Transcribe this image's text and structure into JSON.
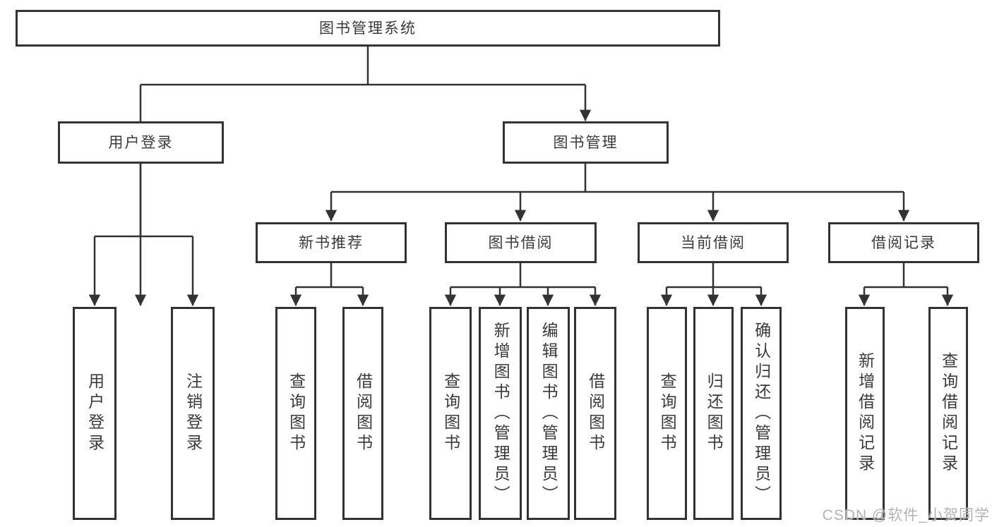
{
  "diagram": {
    "type": "hierarchy-tree",
    "title": "图书管理系统",
    "root": {
      "label": "图书管理系统"
    },
    "level2": [
      {
        "label": "用户登录"
      },
      {
        "label": "图书管理"
      }
    ],
    "level3": [
      {
        "label": "新书推荐",
        "parent": "图书管理"
      },
      {
        "label": "图书借阅",
        "parent": "图书管理"
      },
      {
        "label": "当前借阅",
        "parent": "图书管理"
      },
      {
        "label": "借阅记录",
        "parent": "图书管理"
      }
    ],
    "leaves": [
      {
        "label": "用户登录",
        "parent": "用户登录"
      },
      {
        "label": "注销登录",
        "parent": "用户登录"
      },
      {
        "label": "查询图书",
        "parent": "新书推荐"
      },
      {
        "label": "借阅图书",
        "parent": "新书推荐"
      },
      {
        "label": "查询图书",
        "parent": "图书借阅"
      },
      {
        "label": "新增图书（管理员）",
        "parent": "图书借阅"
      },
      {
        "label": "编辑图书（管理员）",
        "parent": "图书借阅"
      },
      {
        "label": "借阅图书",
        "parent": "图书借阅"
      },
      {
        "label": "查询图书",
        "parent": "当前借阅"
      },
      {
        "label": "归还图书",
        "parent": "当前借阅"
      },
      {
        "label": "确认归还（管理员）",
        "parent": "当前借阅"
      },
      {
        "label": "新增借阅记录",
        "parent": "借阅记录"
      },
      {
        "label": "查询借阅记录",
        "parent": "借阅记录"
      }
    ],
    "watermark": "CSDN @软件_小贺同学",
    "colors": {
      "line": "#333333",
      "border": "#333333",
      "text": "#3a3a3a",
      "watermark": "#b3b3b3",
      "background": "#ffffff"
    }
  }
}
